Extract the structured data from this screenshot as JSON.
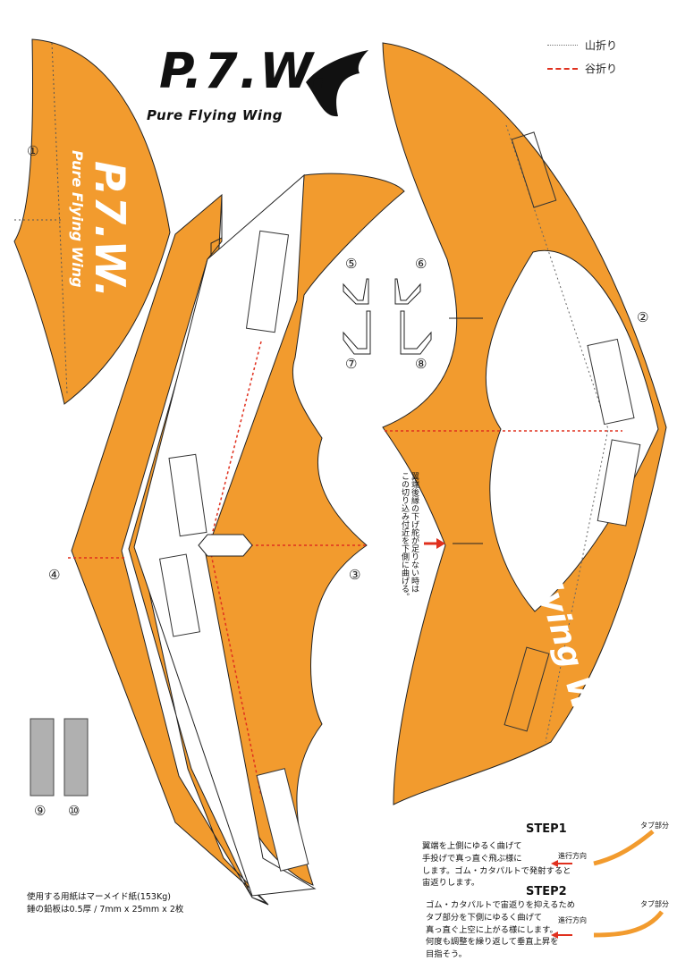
{
  "legend": {
    "mountain_fold": "山折り",
    "valley_fold": "谷折り"
  },
  "logo": {
    "title": "P.7.W.",
    "subtitle": "Pure Flying Wing"
  },
  "part_numbers": [
    "①",
    "②",
    "③",
    "④",
    "⑤",
    "⑥",
    "⑦",
    "⑧",
    "⑨",
    "⑩"
  ],
  "wing_text": {
    "part1_title": "P.7.W.",
    "part1_sub": "Pure Flying Wing",
    "part2_text": "Pure Flying Wing"
  },
  "note": "翼端後縁の下げ舵が足りない時は\nこの切り込み付近を下側に曲げる。",
  "steps": [
    {
      "heading": "STEP1",
      "text": "翼端を上側にゆるく曲げて\n手投げで真っ直ぐ飛ぶ様に\nします。ゴム・カタパルトで発射すると\n宙返りします。",
      "direction_label": "進行方向",
      "tab_label": "タブ部分"
    },
    {
      "heading": "STEP2",
      "text": "ゴム・カタパルトで宙返りを抑えるため\nタブ部分を下側にゆるく曲げて\n真っ直ぐ上空に上がる様にします。\n何度も調整を繰り返して垂直上昇を\n目指そう。",
      "direction_label": "進行方向",
      "tab_label": "タブ部分"
    }
  ],
  "footer": "使用する用紙はマーメイド紙(153Kg)\n錘の鉛板は0.5厚 / 7mm x 25mm x 2枚",
  "colors": {
    "wing_orange": "#f29b2e",
    "valley_red": "#e0301e",
    "weight_gray": "#b0b0b0"
  }
}
